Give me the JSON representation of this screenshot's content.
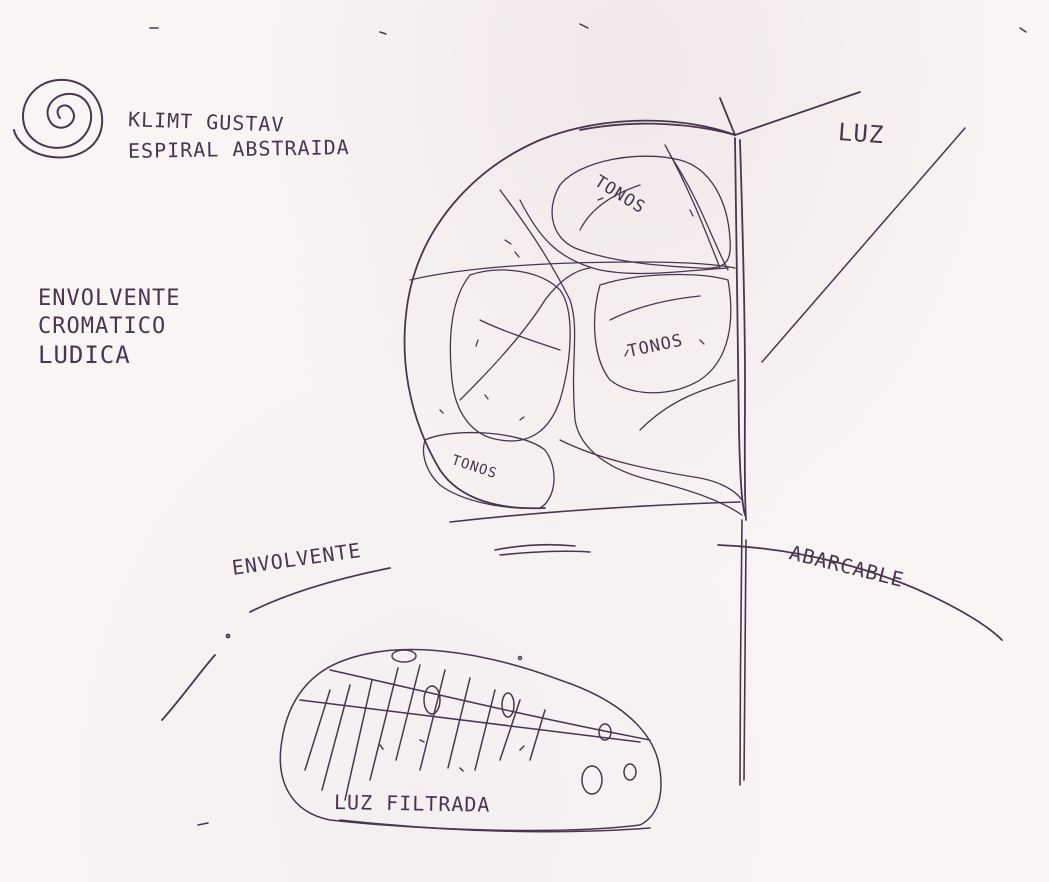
{
  "notes": {
    "top_left": [
      "KLIMT GUSTAV",
      "ESPIRAL ABSTRAIDA"
    ],
    "left": [
      "ENVOLVENTE",
      "CROMATICO",
      "LUDICA"
    ]
  },
  "labels": {
    "luz": "LUZ",
    "tonos_top": "TONOS",
    "tonos_mid": "TONOS",
    "tonos_bottom": "TONOS",
    "envolvente": "ENVOLVENTE",
    "abarcable": "ABARCABLE",
    "luz_filtrada": "LUZ FILTRADA"
  },
  "colors": {
    "ink": "#4a3550",
    "paper": "#f8f5f4"
  }
}
